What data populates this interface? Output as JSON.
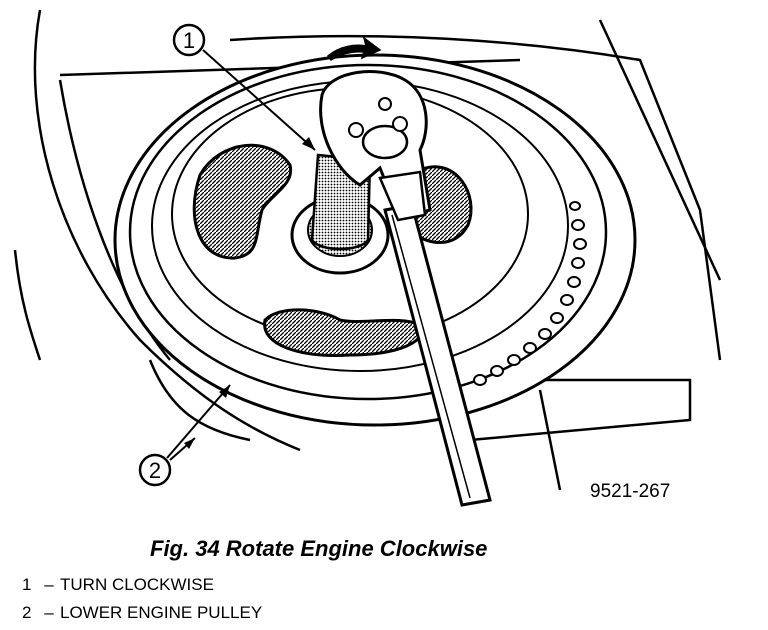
{
  "figure": {
    "reference_code": "9521-267",
    "callout_1": "1",
    "callout_2": "2",
    "caption": "Fig. 34 Rotate Engine Clockwise"
  },
  "legend": [
    {
      "number": "1",
      "separator": "–",
      "text": "TURN CLOCKWISE"
    },
    {
      "number": "2",
      "separator": "–",
      "text": "LOWER ENGINE PULLEY"
    }
  ]
}
